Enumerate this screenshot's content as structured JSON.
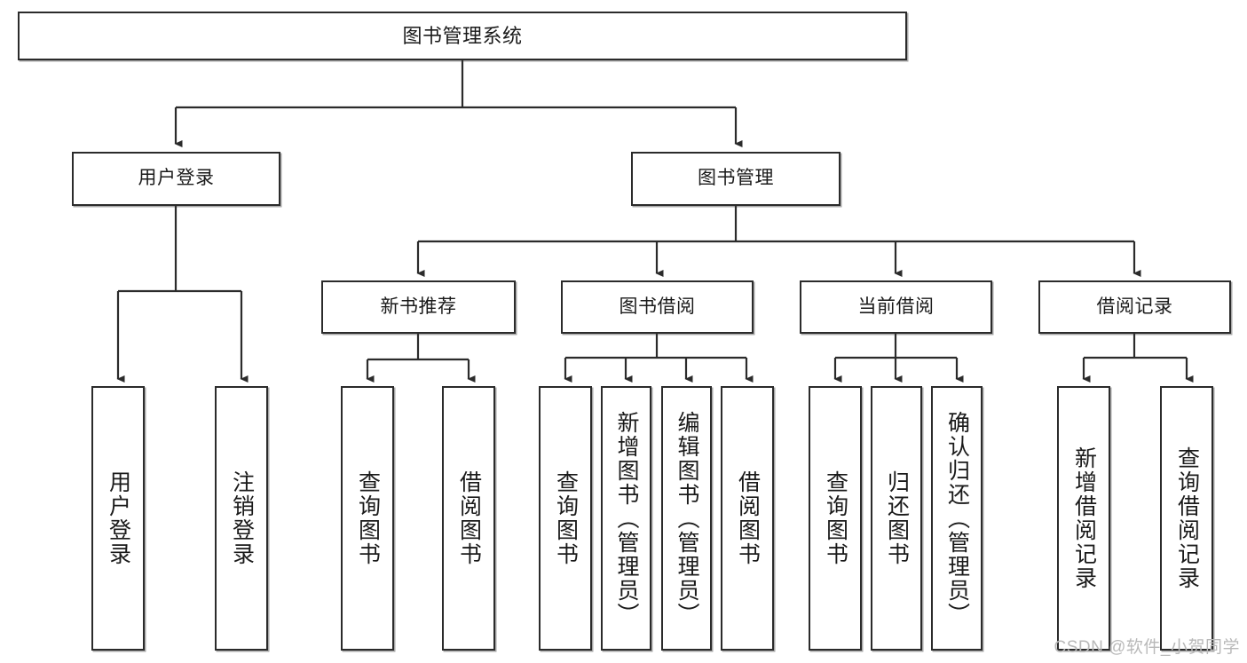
{
  "diagram": {
    "type": "tree-hierarchy",
    "title": "图书管理系统",
    "orientation": "top-down",
    "colors": {
      "box_border": "#2b2b2b",
      "box_fill": "#ffffff",
      "connector": "#2b2b2b",
      "text": "#1a1a1a",
      "watermark": "#b9b9b9"
    },
    "root": {
      "label": "图书管理系统"
    },
    "level1": [
      {
        "label": "用户登录"
      },
      {
        "label": "图书管理"
      }
    ],
    "level2": [
      {
        "label": "新书推荐"
      },
      {
        "label": "图书借阅"
      },
      {
        "label": "当前借阅"
      },
      {
        "label": "借阅记录"
      }
    ],
    "leaves": {
      "user_login": [
        {
          "label": "用户登录"
        },
        {
          "label": "注销登录"
        }
      ],
      "new_book_recommend": [
        {
          "label": "查询图书"
        },
        {
          "label": "借阅图书"
        }
      ],
      "book_borrow": [
        {
          "label": "查询图书"
        },
        {
          "label": "新增图书（管理员）"
        },
        {
          "label": "编辑图书（管理员）"
        },
        {
          "label": "借阅图书"
        }
      ],
      "current_borrow": [
        {
          "label": "查询图书"
        },
        {
          "label": "归还图书"
        },
        {
          "label": "确认归还（管理员）"
        }
      ],
      "borrow_record": [
        {
          "label": "新增借阅记录"
        },
        {
          "label": "查询借阅记录"
        }
      ]
    }
  },
  "watermark": {
    "text": "CSDN @软件_小贺同学"
  }
}
